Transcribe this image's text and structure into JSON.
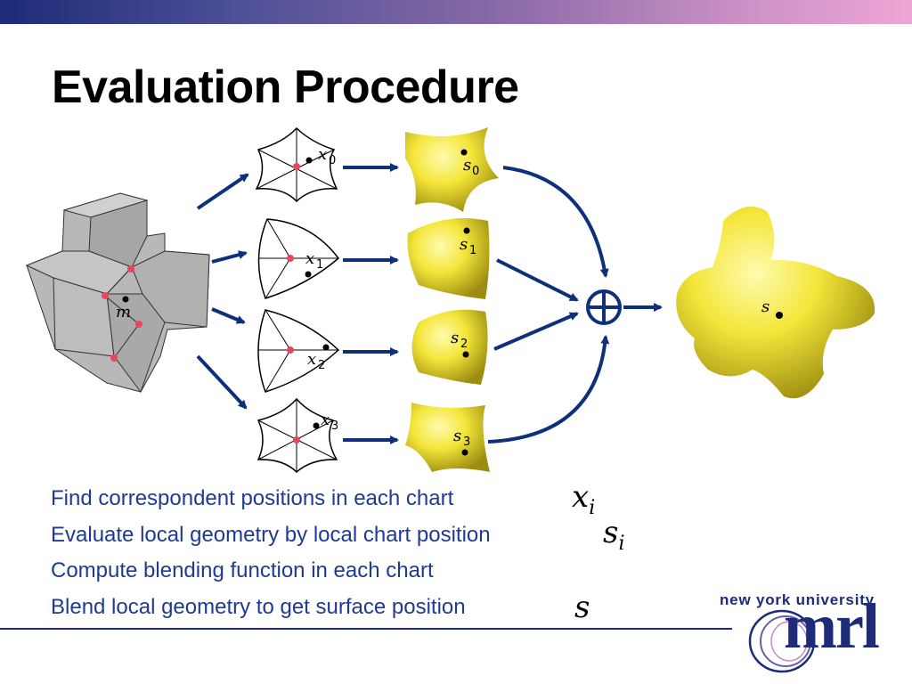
{
  "title": "Evaluation Procedure",
  "diagram": {
    "input_point_label": "m",
    "chart_labels": [
      {
        "sym": "x",
        "sub": "0"
      },
      {
        "sym": "x",
        "sub": "1"
      },
      {
        "sym": "x",
        "sub": "2"
      },
      {
        "sym": "x",
        "sub": "3"
      }
    ],
    "local_labels": [
      {
        "sym": "s",
        "sub": "0"
      },
      {
        "sym": "s",
        "sub": "1"
      },
      {
        "sym": "s",
        "sub": "2"
      },
      {
        "sym": "s",
        "sub": "3"
      }
    ],
    "result_label": "s",
    "colors": {
      "arrow": "#0e2f7a",
      "surface": "#f4e63a",
      "vertex": "#e8465e",
      "cube": "#b8b8b8"
    }
  },
  "bullets": [
    {
      "text": "Find correspondent positions in each chart",
      "sym": "x",
      "sub": "i"
    },
    {
      "text": "Evaluate local geometry by local chart position",
      "sym": "s",
      "sub": "i"
    },
    {
      "text": "Compute blending function in each chart",
      "sym": "",
      "sub": ""
    },
    {
      "text": "Blend local geometry to get surface position",
      "sym": "s",
      "sub": ""
    }
  ],
  "logo": {
    "university": "new york university",
    "lab": "mrl"
  }
}
